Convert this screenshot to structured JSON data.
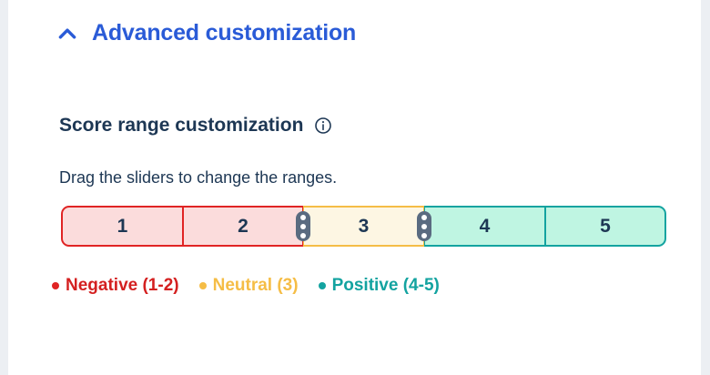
{
  "section": {
    "title": "Advanced customization",
    "chevron_icon": "chevron-up-icon",
    "expanded": true,
    "accent_color": "#2a5bd7"
  },
  "score_range": {
    "title": "Score range customization",
    "info_icon": "info-circle-icon",
    "helper_text": "Drag the sliders to change the ranges."
  },
  "slider": {
    "segments": [
      {
        "label": "1",
        "category": "negative",
        "fill": "#fbdcdc",
        "border": "#e02424"
      },
      {
        "label": "2",
        "category": "negative",
        "fill": "#fbdcdc",
        "border": "#e02424"
      },
      {
        "label": "3",
        "category": "neutral",
        "fill": "#fdf6e3",
        "border": "#f5bd46"
      },
      {
        "label": "4",
        "category": "positive",
        "fill": "#bff5e2",
        "border": "#13a3a0"
      },
      {
        "label": "5",
        "category": "positive",
        "fill": "#bff5e2",
        "border": "#13a3a0"
      }
    ],
    "handles": [
      {
        "name": "negative-neutral-handle",
        "position_label": "between 2 and 3"
      },
      {
        "name": "neutral-positive-handle",
        "position_label": "between 3 and 4"
      }
    ]
  },
  "legend": {
    "items": [
      {
        "label": "Negative (1-2)",
        "color": "#e02424"
      },
      {
        "label": "Neutral (3)",
        "color": "#f5bd46"
      },
      {
        "label": "Positive (4-5)",
        "color": "#13a3a0"
      }
    ]
  }
}
